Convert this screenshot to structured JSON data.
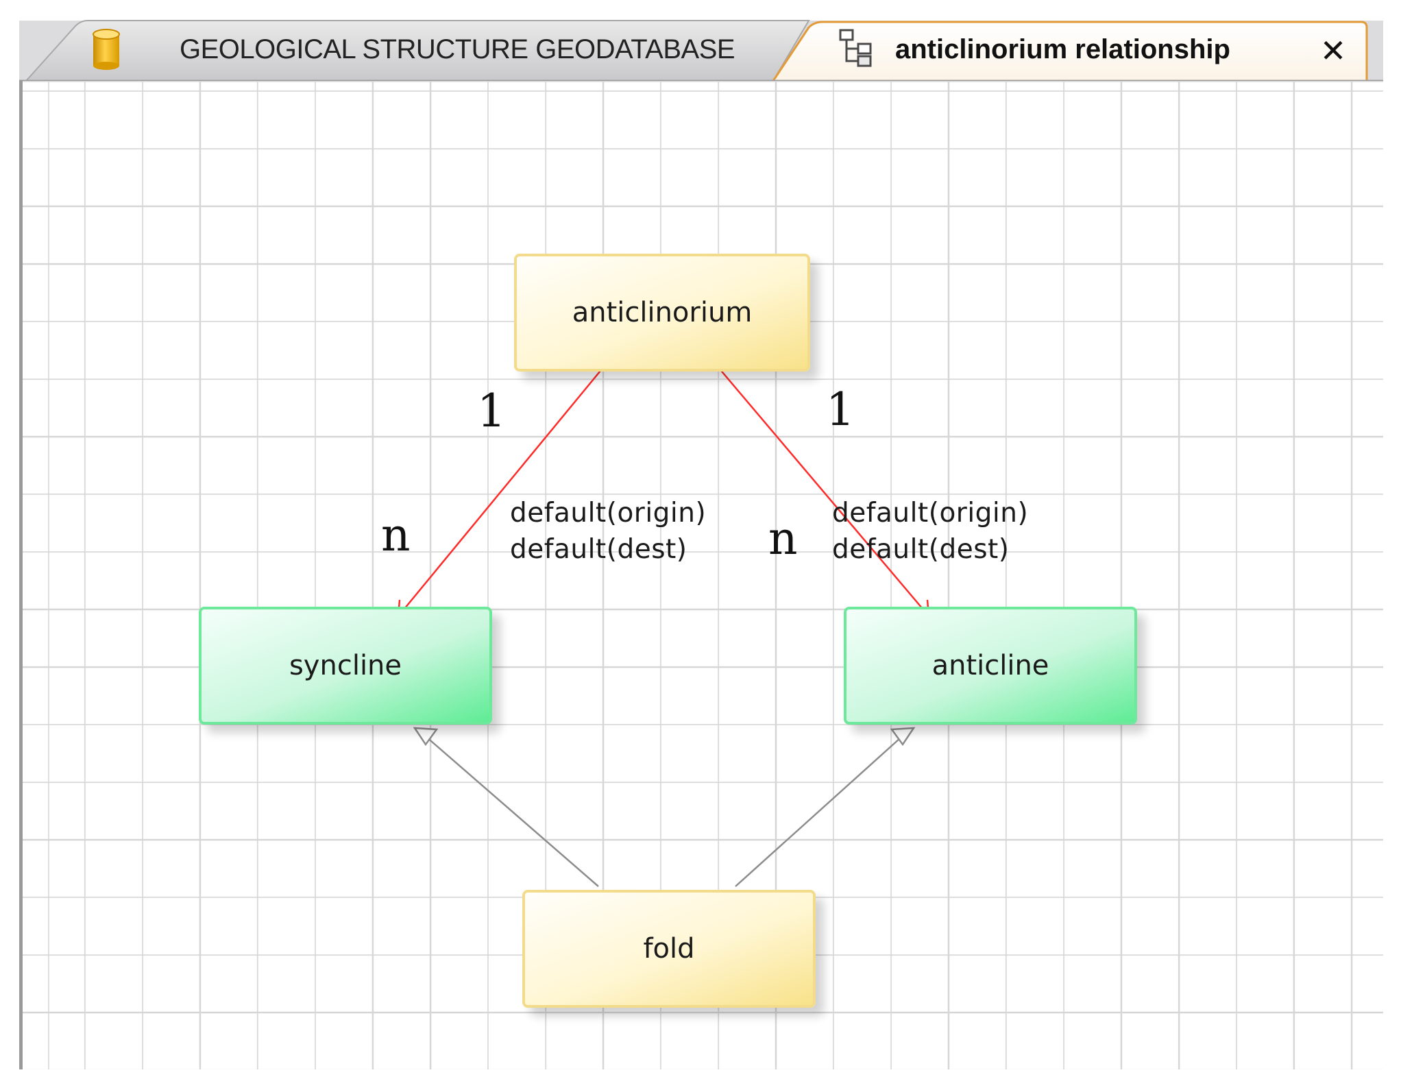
{
  "tabs": {
    "geodatabase": {
      "label": "GEOLOGICAL STRUCTURE GEODATABASE",
      "icon": "database-cylinder-icon"
    },
    "relationship": {
      "label": "anticlinorium relationship",
      "icon": "relationship-diagram-icon",
      "close_icon": "close-icon",
      "close_glyph": "✕"
    }
  },
  "diagram": {
    "nodes": {
      "anticlinorium": "anticlinorium",
      "syncline": "syncline",
      "anticline": "anticline",
      "fold": "fold"
    },
    "relationships": {
      "left": {
        "origin_cardinality": "1",
        "dest_cardinality": "n",
        "origin_label": "default(origin)",
        "dest_label": "default(dest)"
      },
      "right": {
        "origin_cardinality": "1",
        "dest_cardinality": "n",
        "origin_label": "default(origin)",
        "dest_label": "default(dest)"
      }
    }
  },
  "colors": {
    "relationship_line": "#ff2a2a",
    "inheritance_line": "#8c8c8c",
    "class_fill": "#fff3c4",
    "subclass_fill": "#9ff2c3"
  }
}
